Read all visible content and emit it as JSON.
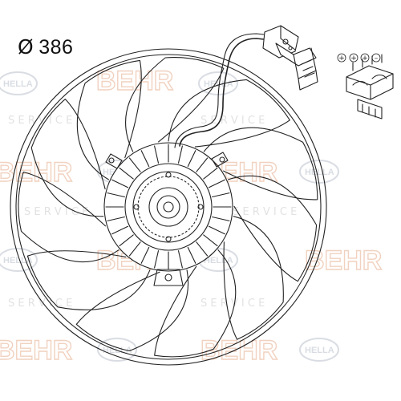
{
  "dimension": {
    "symbol": "Ø",
    "value": "386"
  },
  "resistor_pins": [
    "+",
    "+",
    "+",
    "–"
  ],
  "watermark": {
    "brand_a": "BEHR",
    "brand_b": "HELLA",
    "service_text": "S E R V I C E"
  },
  "colors": {
    "line": "#222222",
    "watermark_behr": "#f1d2c0",
    "watermark_hella": "#d9dde3",
    "watermark_service": "#e2e2e2"
  }
}
